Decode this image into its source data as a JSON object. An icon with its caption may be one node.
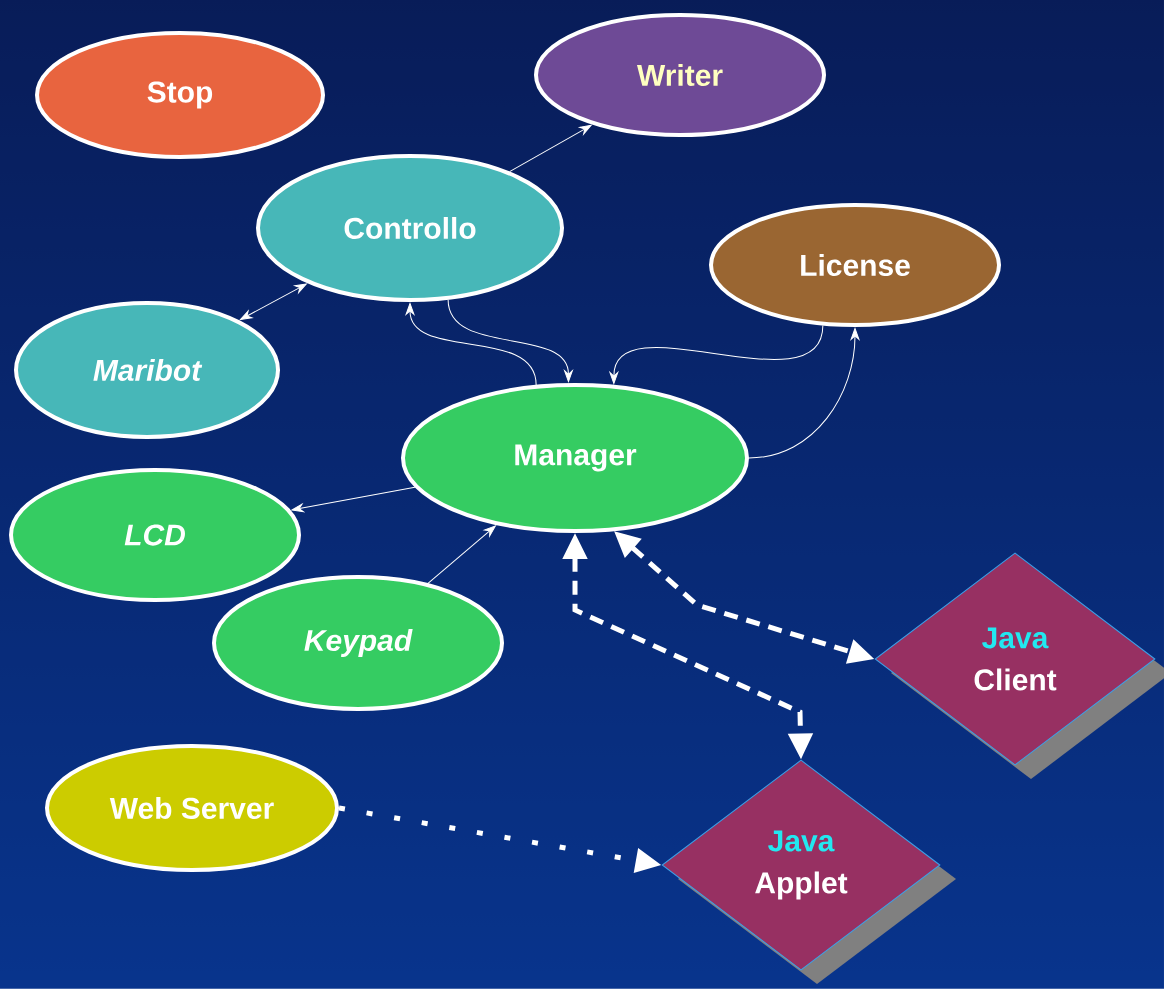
{
  "diagram": {
    "nodes": [
      {
        "text": [
          "Stop"
        ]
      },
      {
        "text": [
          "Writer"
        ]
      },
      {
        "text": [
          "Controllo"
        ]
      },
      {
        "text": [
          "License"
        ]
      },
      {
        "text": [
          "Maribot"
        ]
      },
      {
        "text": [
          "Manager"
        ]
      },
      {
        "text": [
          "LCD"
        ]
      },
      {
        "text": [
          "Keypad"
        ]
      },
      {
        "text": [
          "Java",
          "Client"
        ]
      },
      {
        "text": [
          "Web Server"
        ]
      },
      {
        "text": [
          "Java",
          "Applet"
        ]
      }
    ],
    "edges": [
      {
        "from": 2,
        "to": 1,
        "arrow": "to"
      },
      {
        "from": 4,
        "to": 2,
        "arrow": "both"
      },
      {
        "from": 2,
        "to": 5,
        "arrow": "to"
      },
      {
        "from": 5,
        "to": 2,
        "arrow": "to"
      },
      {
        "from": 3,
        "to": 5,
        "arrow": "to"
      },
      {
        "from": 5,
        "to": 3,
        "arrow": "to"
      },
      {
        "from": 5,
        "to": 6,
        "arrow": "to"
      },
      {
        "from": 7,
        "to": 5,
        "arrow": "to"
      },
      {
        "from": 5,
        "to": 10,
        "arrow": "both",
        "style": "dashed"
      },
      {
        "from": 5,
        "to": 8,
        "arrow": "both",
        "style": "dashed"
      },
      {
        "from": 9,
        "to": 10,
        "arrow": "to",
        "style": "dashed"
      }
    ]
  }
}
